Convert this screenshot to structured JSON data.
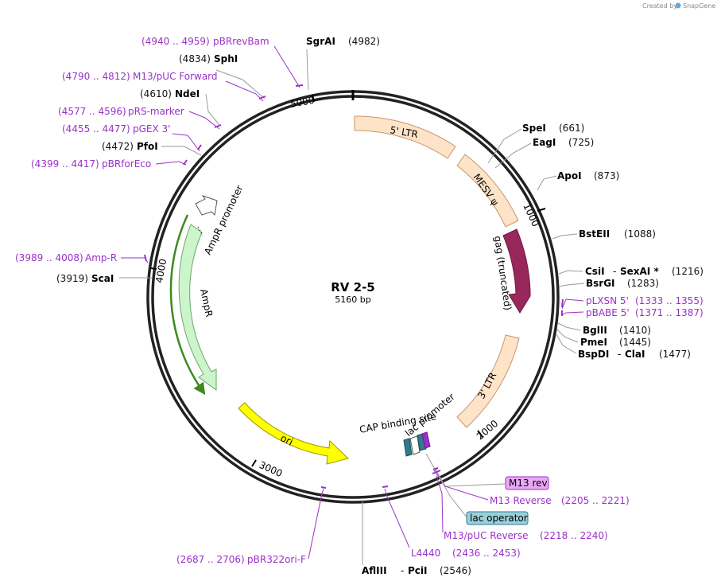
{
  "credit": {
    "created_by": "Created by",
    "brand": "SnapGene"
  },
  "plasmid": {
    "name": "RV 2-5",
    "length": "5160 bp",
    "total_bp": 5160
  },
  "ticks": [
    "1000",
    "2000",
    "3000",
    "4000",
    "5000"
  ],
  "features": [
    {
      "label": "5' LTR",
      "color": "#fde3c8"
    },
    {
      "label": "MESV ψ",
      "color": "#fde3c8"
    },
    {
      "label": "gag (truncated)",
      "color": "#98285c"
    },
    {
      "label": "3' LTR",
      "color": "#fde3c8"
    },
    {
      "label": "AmpR promoter",
      "color": "#ffffff"
    },
    {
      "label": "AmpR",
      "color": "#ccf5cc"
    },
    {
      "label": "ori",
      "color": "#ffff00"
    },
    {
      "label": "CAP binding site",
      "color": "#2e7b8c"
    },
    {
      "label": "lac promoter",
      "color": "#2e7b8c"
    },
    {
      "label": "lac operator",
      "color": "#9ad0db"
    },
    {
      "label": "M13 rev",
      "color": "#e9a8f5"
    }
  ],
  "sites": [
    {
      "name": "SgrAI",
      "pos": "(4982)"
    },
    {
      "name": "SphI",
      "pos": "(4834)"
    },
    {
      "name": "NdeI",
      "pos": "(4610)"
    },
    {
      "name": "PfoI",
      "pos": "(4472)"
    },
    {
      "name": "ScaI",
      "pos": "(3919)"
    },
    {
      "name": "SpeI",
      "pos": "(661)"
    },
    {
      "name": "EagI",
      "pos": "(725)"
    },
    {
      "name": "ApoI",
      "pos": "(873)"
    },
    {
      "name": "BstEII",
      "pos": "(1088)"
    },
    {
      "name": "CsiI",
      "name2": "SexAI *",
      "pos": "(1216)"
    },
    {
      "name": "BsrGI",
      "pos": "(1283)"
    },
    {
      "name": "BglII",
      "pos": "(1410)"
    },
    {
      "name": "PmeI",
      "pos": "(1445)"
    },
    {
      "name": "BspDI",
      "name2": "ClaI",
      "pos": "(1477)"
    },
    {
      "name": "AflIII",
      "name2": "PciI",
      "pos": "(2546)"
    }
  ],
  "primers": [
    {
      "name": "pBRrevBam",
      "pos": "(4940 .. 4959)"
    },
    {
      "name": "M13/pUC Forward",
      "pos": "(4790 .. 4812)"
    },
    {
      "name": "pRS-marker",
      "pos": "(4577 .. 4596)"
    },
    {
      "name": "pGEX 3'",
      "pos": "(4455 .. 4477)"
    },
    {
      "name": "pBRforEco",
      "pos": "(4399 .. 4417)"
    },
    {
      "name": "Amp-R",
      "pos": "(3989 .. 4008)"
    },
    {
      "name": "pLXSN 5'",
      "pos": "(1333 .. 1355)"
    },
    {
      "name": "pBABE 5'",
      "pos": "(1371 .. 1387)"
    },
    {
      "name": "M13 Reverse",
      "pos": "(2205 .. 2221)"
    },
    {
      "name": "M13/pUC Reverse",
      "pos": "(2218 .. 2240)"
    },
    {
      "name": "L4440",
      "pos": "(2436 .. 2453)"
    },
    {
      "name": "pBR322ori-F",
      "pos": "(2687 .. 2706)"
    }
  ],
  "colors": {
    "backbone": "#222222",
    "primer": "#9a31c9",
    "leader": "#9a9a9a"
  }
}
